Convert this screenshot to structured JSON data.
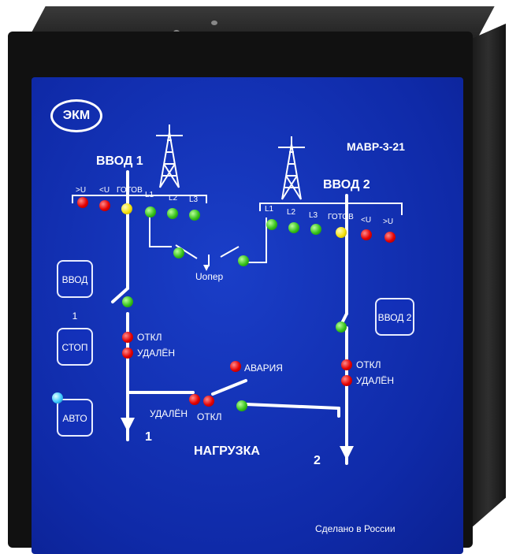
{
  "brand": {
    "logo": "ЭКМ",
    "model": "МАВР-3-21"
  },
  "inputs": {
    "input1": {
      "title": "ВВОД 1",
      "indicators": [
        ">U",
        "<U",
        "ГОТОВ",
        "L1",
        "L2",
        "L3"
      ]
    },
    "input2": {
      "title": "ВВОД 2",
      "indicators": [
        "L1",
        "L2",
        "L3",
        "ГОТОВ",
        "<U",
        ">U"
      ]
    }
  },
  "labels": {
    "uoper": "Uопер",
    "otkl": "ОТКЛ",
    "udalen": "УДАЛЁН",
    "avaria": "АВАРИЯ",
    "load": "НАГРУЗКА",
    "out1": "1",
    "out2": "2"
  },
  "buttons": {
    "vvod1": "ВВОД 1",
    "stop": "СТОП",
    "auto": "АВТО",
    "vvod2": "ВВОД 2"
  },
  "footer": "Сделано в России",
  "colors": {
    "panel": "#1536c2",
    "led_red": "#e40000",
    "led_green": "#36c21a",
    "led_yellow": "#f5e10c",
    "led_cyan": "#3ec9ff"
  }
}
